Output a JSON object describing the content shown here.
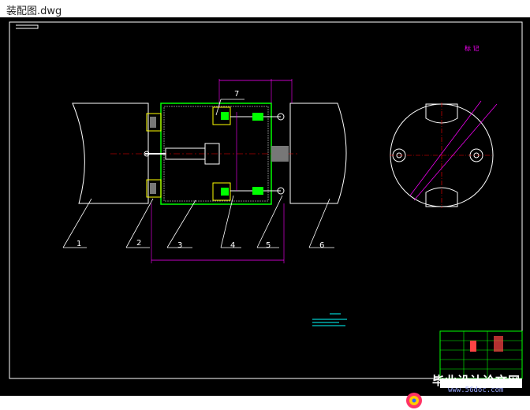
{
  "window": {
    "title": "装配图.dwg"
  },
  "drawing": {
    "part_labels": [
      "1",
      "2",
      "3",
      "4",
      "5",
      "6",
      "7"
    ],
    "stamp_text": "标 记",
    "colors": {
      "background": "#000000",
      "frame": "#ffffff",
      "part_outline": "#ffffff",
      "dimension": "#ff00ff",
      "centerline": "#ff0000",
      "component_green": "#00ff00",
      "component_yellow": "#ffff00",
      "notes_cyan": "#00ffff",
      "title_block": "#00ff00"
    }
  },
  "watermark": {
    "text": "毕业设计论文网",
    "url": "www.56doc.com",
    "logo_icon": "watermark-logo-icon"
  }
}
